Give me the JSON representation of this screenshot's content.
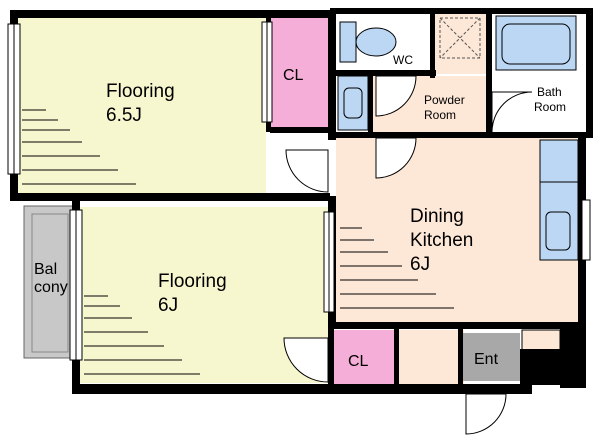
{
  "floor_plan": {
    "rooms": [
      {
        "id": "flooring-north",
        "name": "Flooring",
        "size": "6.5J"
      },
      {
        "id": "flooring-south",
        "name": "Flooring",
        "size": "6J"
      },
      {
        "id": "dining-kitchen",
        "name_line1": "Dining",
        "name_line2": "Kitchen",
        "size": "6J"
      },
      {
        "id": "closet-north",
        "name": "CL"
      },
      {
        "id": "closet-south",
        "name": "CL"
      },
      {
        "id": "wc",
        "name": "WC"
      },
      {
        "id": "powder-room",
        "name_line1": "Powder",
        "name_line2": "Room"
      },
      {
        "id": "bath-room",
        "name_line1": "Bath",
        "name_line2": "Room"
      },
      {
        "id": "balcony",
        "name_line1": "Bal",
        "name_line2": "cony"
      },
      {
        "id": "entrance",
        "name": "Ent"
      }
    ],
    "colors": {
      "wall": "#000000",
      "flooring": "#f7f7cf",
      "closet": "#f5aed7",
      "wet_area": "#bcd7f4",
      "kitchen": "#fde8d8",
      "balcony": "#c8c8c8",
      "entrance": "#a8a8a8"
    }
  }
}
